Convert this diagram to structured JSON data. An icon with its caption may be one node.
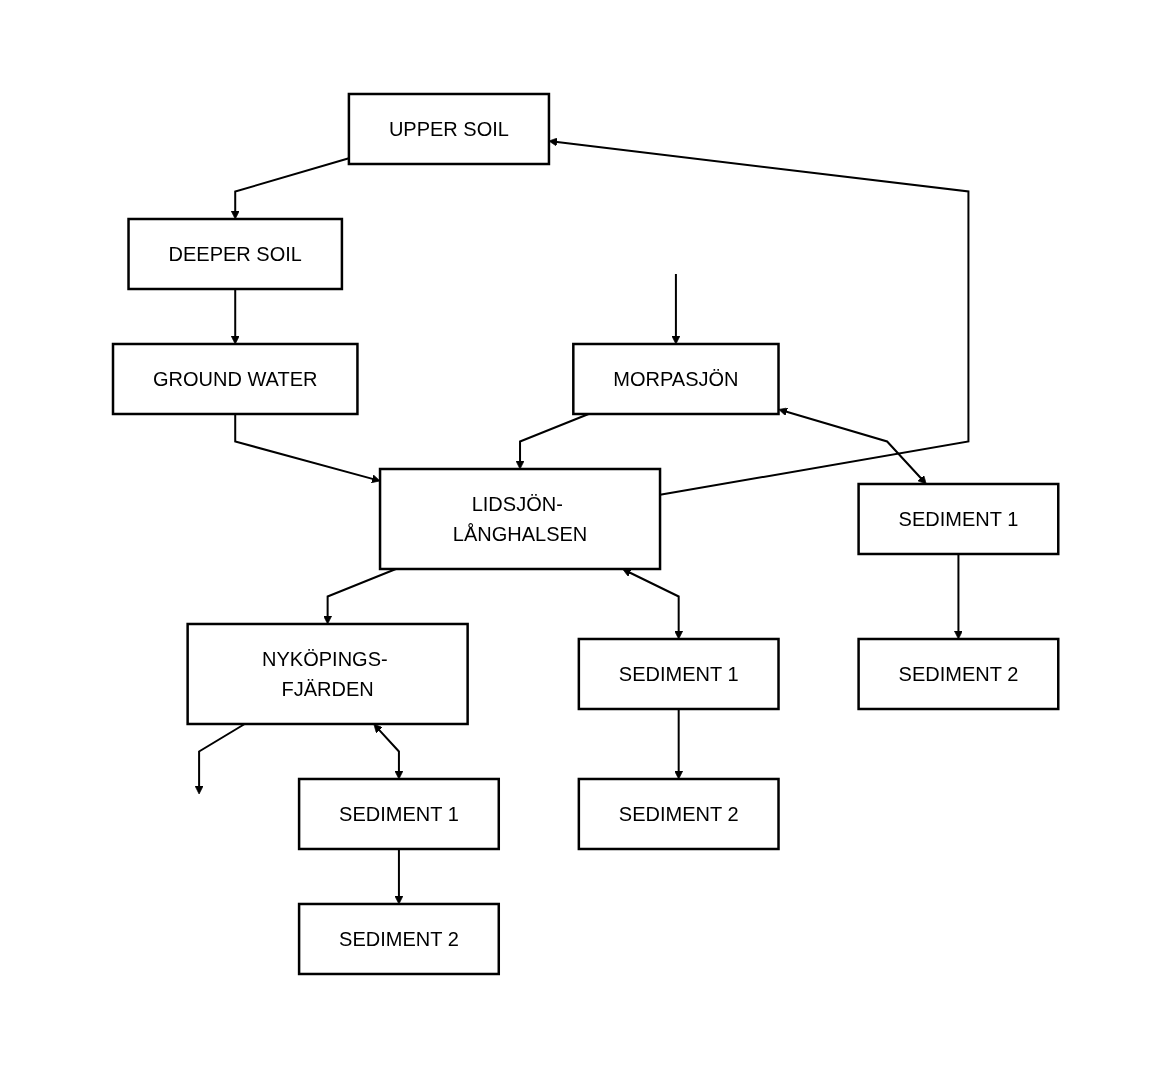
{
  "diagram": {
    "nodes": [
      {
        "text": [
          "UPPER SOIL"
        ]
      },
      {
        "text": [
          "DEEPER SOIL"
        ]
      },
      {
        "text": [
          "GROUND WATER"
        ]
      },
      {
        "text": [
          "MORPASJÖN"
        ]
      },
      {
        "text": [
          "LIDSJÖN- LÅNGHALSEN"
        ]
      },
      {
        "text": [
          "NYKÖPINGS- FJÄRDEN"
        ]
      },
      {
        "text": [
          "SEDIMENT 1"
        ]
      },
      {
        "text": [
          "SEDIMENT 1"
        ]
      },
      {
        "text": [
          "SEDIMENT 1"
        ]
      },
      {
        "text": [
          "SEDIMENT 2"
        ]
      },
      {
        "text": [
          "SEDIMENT 2"
        ]
      },
      {
        "text": [
          "SEDIMENT 2"
        ]
      }
    ],
    "edges": [
      {
        "from": 0,
        "to": 1,
        "arrow": "to"
      },
      {
        "from": 1,
        "to": 2,
        "arrow": "to"
      },
      {
        "from": 2,
        "to": 4,
        "arrow": "to"
      },
      {
        "from": 4,
        "to": 0,
        "arrow": "to"
      },
      {
        "from": null,
        "to": 3,
        "arrow": "to"
      },
      {
        "from": 3,
        "to": 4,
        "arrow": "to"
      },
      {
        "from": 4,
        "to": 5,
        "arrow": "to"
      },
      {
        "from": 5,
        "to": null,
        "arrow": "to"
      },
      {
        "from": 3,
        "to": 6,
        "arrow": "both"
      },
      {
        "from": 4,
        "to": 7,
        "arrow": "both"
      },
      {
        "from": 5,
        "to": 8,
        "arrow": "both"
      },
      {
        "from": 6,
        "to": 9,
        "arrow": "to"
      },
      {
        "from": 7,
        "to": 10,
        "arrow": "to"
      },
      {
        "from": 8,
        "to": 11,
        "arrow": "to"
      }
    ]
  }
}
